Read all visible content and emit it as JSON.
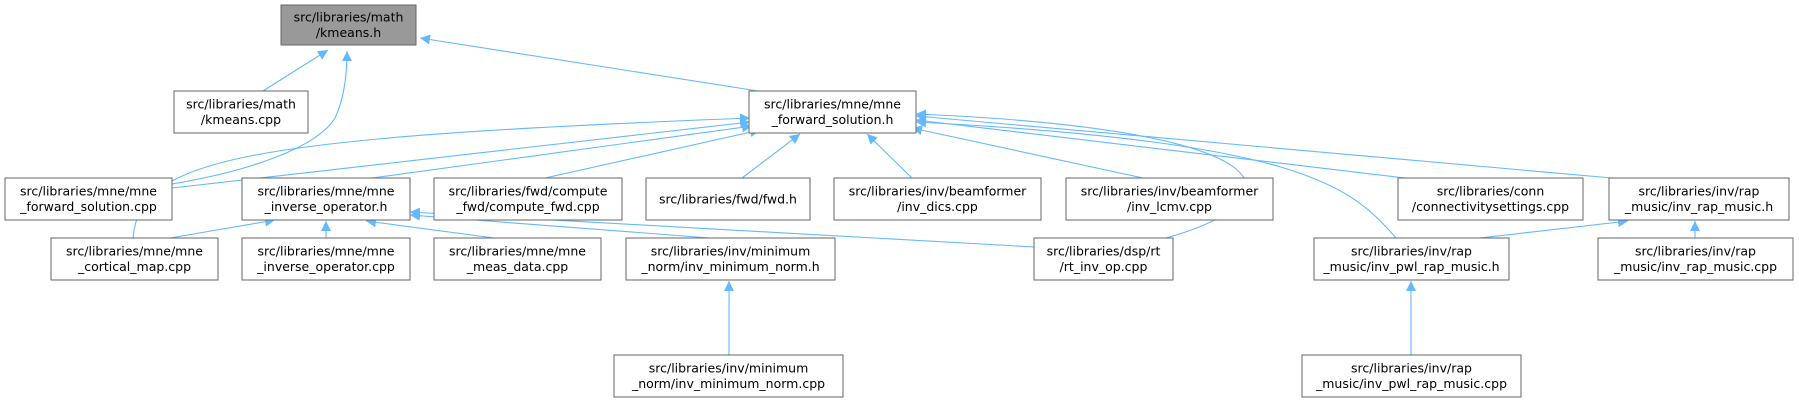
{
  "graph": {
    "title": "",
    "edge_color": "#63b8ff",
    "root_fill": "#999999",
    "node_fill": "#ffffff",
    "node_border": "#666666",
    "nodes": [
      {
        "id": "kmeans_h",
        "lines": [
          "src/libraries/math",
          "/kmeans.h"
        ],
        "root": true
      },
      {
        "id": "kmeans_cpp",
        "lines": [
          "src/libraries/math",
          "/kmeans.cpp"
        ]
      },
      {
        "id": "fwd_sol_h",
        "lines": [
          "src/libraries/mne/mne",
          "_forward_solution.h"
        ]
      },
      {
        "id": "fwd_sol_cpp",
        "lines": [
          "src/libraries/mne/mne",
          "_forward_solution.cpp"
        ]
      },
      {
        "id": "inv_op_h",
        "lines": [
          "src/libraries/mne/mne",
          "_inverse_operator.h"
        ]
      },
      {
        "id": "compute_fwd",
        "lines": [
          "src/libraries/fwd/compute",
          "_fwd/compute_fwd.cpp"
        ]
      },
      {
        "id": "fwd_h",
        "lines": [
          "src/libraries/fwd/fwd.h"
        ]
      },
      {
        "id": "inv_dics",
        "lines": [
          "src/libraries/inv/beamformer",
          "/inv_dics.cpp"
        ]
      },
      {
        "id": "inv_lcmv",
        "lines": [
          "src/libraries/inv/beamformer",
          "/inv_lcmv.cpp"
        ]
      },
      {
        "id": "connectivity",
        "lines": [
          "src/libraries/conn",
          "/connectivitysettings.cpp"
        ]
      },
      {
        "id": "rap_music_h",
        "lines": [
          "src/libraries/inv/rap",
          "_music/inv_rap_music.h"
        ]
      },
      {
        "id": "cortical_map",
        "lines": [
          "src/libraries/mne/mne",
          "_cortical_map.cpp"
        ]
      },
      {
        "id": "inv_op_cpp",
        "lines": [
          "src/libraries/mne/mne",
          "_inverse_operator.cpp"
        ]
      },
      {
        "id": "meas_data",
        "lines": [
          "src/libraries/mne/mne",
          "_meas_data.cpp"
        ]
      },
      {
        "id": "min_norm_h",
        "lines": [
          "src/libraries/inv/minimum",
          "_norm/inv_minimum_norm.h"
        ]
      },
      {
        "id": "rt_inv_op",
        "lines": [
          "src/libraries/dsp/rt",
          "/rt_inv_op.cpp"
        ]
      },
      {
        "id": "pwl_rap_h",
        "lines": [
          "src/libraries/inv/rap",
          "_music/inv_pwl_rap_music.h"
        ]
      },
      {
        "id": "rap_music_cpp",
        "lines": [
          "src/libraries/inv/rap",
          "_music/inv_rap_music.cpp"
        ]
      },
      {
        "id": "min_norm_cpp",
        "lines": [
          "src/libraries/inv/minimum",
          "_norm/inv_minimum_norm.cpp"
        ]
      },
      {
        "id": "pwl_rap_cpp",
        "lines": [
          "src/libraries/inv/rap",
          "_music/inv_pwl_rap_music.cpp"
        ]
      }
    ],
    "edges": [
      {
        "from": "kmeans_cpp",
        "to": "kmeans_h"
      },
      {
        "from": "fwd_sol_cpp",
        "to": "kmeans_h"
      },
      {
        "from": "fwd_sol_h",
        "to": "kmeans_h"
      },
      {
        "from": "fwd_sol_cpp",
        "to": "fwd_sol_h"
      },
      {
        "from": "inv_op_h",
        "to": "fwd_sol_h"
      },
      {
        "from": "compute_fwd",
        "to": "fwd_sol_h"
      },
      {
        "from": "fwd_h",
        "to": "fwd_sol_h"
      },
      {
        "from": "inv_dics",
        "to": "fwd_sol_h"
      },
      {
        "from": "inv_lcmv",
        "to": "fwd_sol_h"
      },
      {
        "from": "connectivity",
        "to": "fwd_sol_h"
      },
      {
        "from": "rap_music_h",
        "to": "fwd_sol_h"
      },
      {
        "from": "cortical_map",
        "to": "fwd_sol_h"
      },
      {
        "from": "pwl_rap_h",
        "to": "fwd_sol_h"
      },
      {
        "from": "rt_inv_op",
        "to": "fwd_sol_h"
      },
      {
        "from": "cortical_map",
        "to": "inv_op_h"
      },
      {
        "from": "inv_op_cpp",
        "to": "inv_op_h"
      },
      {
        "from": "meas_data",
        "to": "inv_op_h"
      },
      {
        "from": "min_norm_h",
        "to": "inv_op_h"
      },
      {
        "from": "rt_inv_op",
        "to": "inv_op_h"
      },
      {
        "from": "pwl_rap_h",
        "to": "rap_music_h"
      },
      {
        "from": "rap_music_cpp",
        "to": "rap_music_h"
      },
      {
        "from": "min_norm_cpp",
        "to": "min_norm_h"
      },
      {
        "from": "pwl_rap_cpp",
        "to": "pwl_rap_h"
      }
    ]
  }
}
